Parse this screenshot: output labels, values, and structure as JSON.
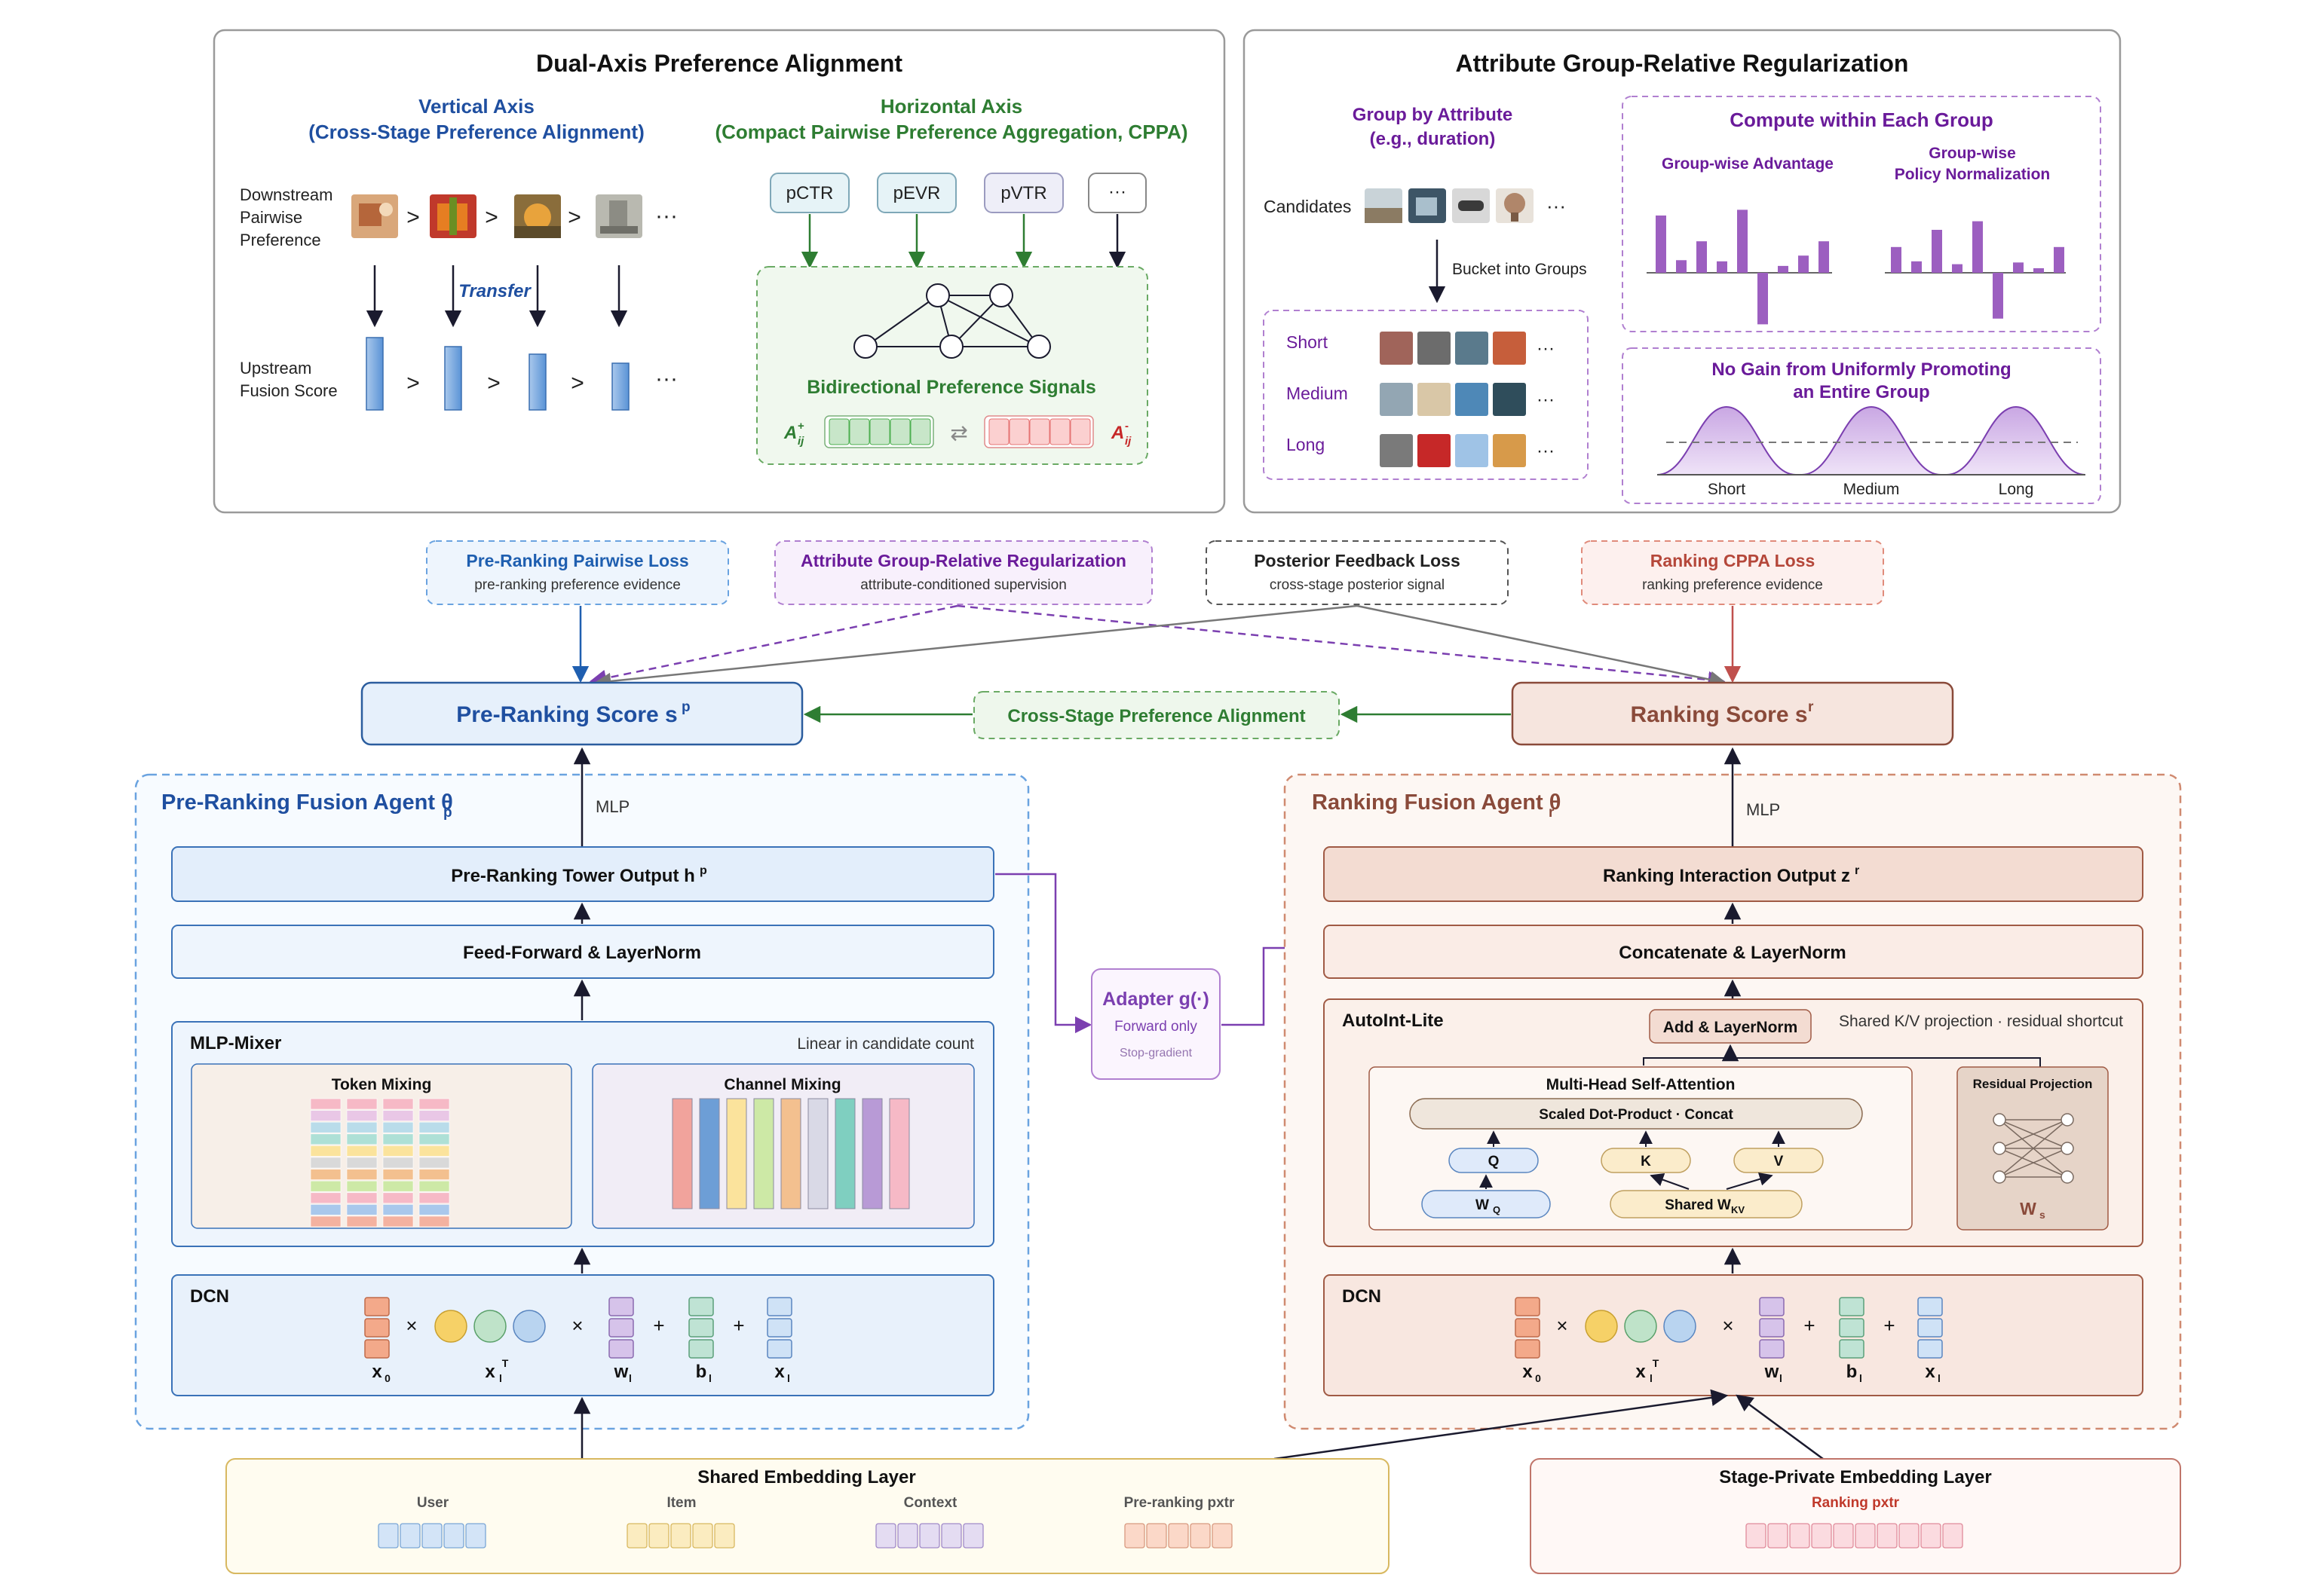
{
  "top_left": {
    "title": "Dual-Axis Preference Alignment",
    "vertical_title_1": "Vertical Axis",
    "vertical_title_2": "(Cross-Stage Preference Alignment)",
    "horizontal_title_1": "Horizontal Axis",
    "horizontal_title_2": "(Compact Pairwise Preference Aggregation, CPPA)",
    "downstream_label": [
      "Downstream",
      "Pairwise",
      "Preference"
    ],
    "upstream_label": [
      "Upstream",
      "Fusion Score"
    ],
    "gt": ">",
    "ellipsis": "···",
    "transfer": "Transfer",
    "signals": [
      "pCTR",
      "pEVR",
      "pVTR",
      "···"
    ],
    "bidirectional": "Bidirectional Preference Signals",
    "a_plus": "A",
    "a_plus_sup": "+",
    "a_plus_sub": "ij",
    "a_minus": "A",
    "a_minus_sup": "-",
    "a_minus_sub": "ij",
    "swap": "⇄"
  },
  "top_right": {
    "title": "Attribute Group-Relative Regularization",
    "group_by_1": "Group by Attribute",
    "group_by_2": "(e.g., duration)",
    "candidates": "Candidates",
    "ellipsis": "···",
    "bucket": "Bucket into Groups",
    "groups": [
      "Short",
      "Medium",
      "Long"
    ],
    "compute_title": "Compute within Each Group",
    "advantage": "Group-wise Advantage",
    "policy_1": "Group-wise",
    "policy_2": "Policy Normalization",
    "advantage_bars": [
      1.0,
      0.22,
      0.55,
      0.2,
      1.1,
      -0.9,
      0.12,
      0.3,
      0.55
    ],
    "policy_bars": [
      0.45,
      0.2,
      0.75,
      0.15,
      0.9,
      -0.8,
      0.18,
      0.08,
      0.45
    ],
    "nogain_1": "No Gain from Uniformly Promoting",
    "nogain_2": "an Entire Group",
    "curve_labels": [
      "Short",
      "Medium",
      "Long"
    ]
  },
  "losses": [
    {
      "title": "Pre-Ranking Pairwise Loss",
      "sub": "pre-ranking preference evidence",
      "color": "#1f5fb0"
    },
    {
      "title": "Attribute Group-Relative Regularization",
      "sub": "attribute-conditioned supervision",
      "color": "#6a1b9a"
    },
    {
      "title": "Posterior Feedback Loss",
      "sub": "cross-stage posterior signal",
      "color": "#333333"
    },
    {
      "title": "Ranking CPPA Loss",
      "sub": "ranking preference evidence",
      "color": "#b5473a"
    }
  ],
  "scores": {
    "pre": "Pre-Ranking Score s",
    "pre_sup": "p",
    "rank": "Ranking Score s",
    "rank_sup": "r",
    "cross": "Cross-Stage Preference Alignment"
  },
  "pre_agent": {
    "title": "Pre-Ranking Fusion Agent θ",
    "title_sub": "p",
    "mlp": "MLP",
    "tower": "Pre-Ranking Tower Output h",
    "tower_sup": "p",
    "ffn": "Feed-Forward & LayerNorm",
    "mixer": "MLP-Mixer",
    "linear": "Linear in candidate count",
    "token": "Token Mixing",
    "channel": "Channel Mixing",
    "dcn": "DCN"
  },
  "adapter": {
    "title": "Adapter g(·)",
    "sub1": "Forward only",
    "sub2": "Stop-gradient"
  },
  "rank_agent": {
    "title": "Ranking Fusion Agent θ",
    "title_sub": "r",
    "mlp": "MLP",
    "output": "Ranking Interaction Output z",
    "output_sup": "r",
    "concat": "Concatenate & LayerNorm",
    "autoint": "AutoInt-Lite",
    "shared_note": "Shared K/V projection · residual shortcut",
    "addln": "Add & LayerNorm",
    "mhsa": "Multi-Head Self-Attention",
    "sdp": "Scaled Dot-Product · Concat",
    "q": "Q",
    "k": "K",
    "v": "V",
    "wq": "W",
    "wq_sub": "Q",
    "wkv": "Shared W",
    "wkv_sub": "KV",
    "residual": "Residual Projection",
    "ws": "W",
    "ws_sub": "s",
    "dcn": "DCN"
  },
  "dcn_labels": {
    "x0": "x",
    "x0_sub": "0",
    "xl": "x",
    "xl_sub": "l",
    "xl_sup": "T",
    "wl": "w",
    "wl_sub": "l",
    "bl": "b",
    "bl_sub": "l",
    "xl2": "x",
    "xl2_sub": "l",
    "times": "×",
    "plus": "+"
  },
  "shared_emb": {
    "title": "Shared Embedding Layer",
    "groups": [
      "User",
      "Item",
      "Context",
      "Pre-ranking pxtr"
    ]
  },
  "private_emb": {
    "title": "Stage-Private Embedding Layer",
    "group": "Ranking pxtr"
  }
}
